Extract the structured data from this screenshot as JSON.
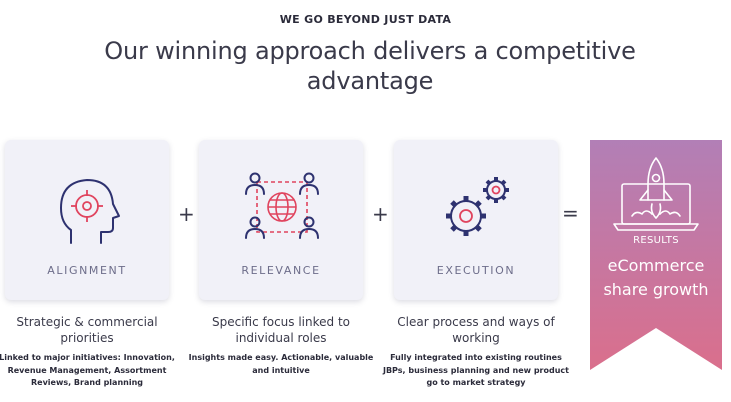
{
  "header": {
    "eyebrow": "WE GO BEYOND JUST DATA",
    "headline": "Our winning approach delivers a competitive advantage"
  },
  "steps": [
    {
      "icon": "head-target-icon",
      "label": "ALIGNMENT",
      "caption": "Strategic & commercial priorities",
      "detail": "Linked to major initiatives: Innovation, Revenue Management, Assortment Reviews, Brand planning"
    },
    {
      "icon": "people-globe-network-icon",
      "label": "RELEVANCE",
      "caption": "Specific focus linked to individual roles",
      "detail": "Insights made easy. Actionable, valuable and intuitive"
    },
    {
      "icon": "gears-icon",
      "label": "EXECUTION",
      "caption": "Clear process and ways of working",
      "detail": "Fully integrated into existing routines JBPs, business planning and new product go to market strategy"
    }
  ],
  "operators": {
    "plus": "+",
    "equals": "="
  },
  "result": {
    "icon": "laptop-rocket-icon",
    "label": "RESULTS",
    "headline": "eCommerce share growth"
  },
  "colors": {
    "navy": "#2e3270",
    "accent_red": "#e0445e",
    "card_bg": "#f1f1f8",
    "banner_top": "#b27fb6",
    "banner_bottom": "#da6f8c"
  }
}
